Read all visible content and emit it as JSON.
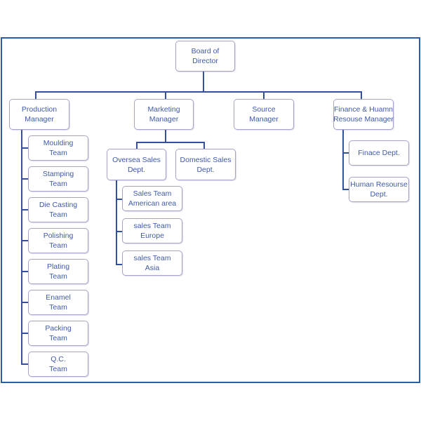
{
  "chart_data": {
    "type": "org-chart",
    "title": "",
    "root": {
      "id": "board",
      "label": [
        "Board of",
        "Director"
      ],
      "children": [
        {
          "id": "production",
          "label": [
            "Production",
            "Manager"
          ],
          "children": [
            {
              "id": "moulding",
              "label": [
                "Moulding",
                "Team"
              ]
            },
            {
              "id": "stamping",
              "label": [
                "Stamping",
                "Team"
              ]
            },
            {
              "id": "die-casting",
              "label": [
                "Die Casting",
                "Team"
              ]
            },
            {
              "id": "polishing",
              "label": [
                "Polishing",
                "Team"
              ]
            },
            {
              "id": "plating",
              "label": [
                "Plating",
                "Team"
              ]
            },
            {
              "id": "enamel",
              "label": [
                "Enamel",
                "Team"
              ]
            },
            {
              "id": "packing",
              "label": [
                "Packing",
                "Team"
              ]
            },
            {
              "id": "qc",
              "label": [
                "Q.C.",
                "Team"
              ]
            }
          ]
        },
        {
          "id": "marketing",
          "label": [
            "Marketing",
            "Manager"
          ],
          "children": [
            {
              "id": "oversea",
              "label": [
                "Oversea Sales",
                "Dept."
              ],
              "children": [
                {
                  "id": "sales-american",
                  "label": [
                    "Sales Team",
                    "American area"
                  ]
                },
                {
                  "id": "sales-europe",
                  "label": [
                    "sales Team",
                    "Europe"
                  ]
                },
                {
                  "id": "sales-asia",
                  "label": [
                    "sales Team",
                    "Asia"
                  ]
                }
              ]
            },
            {
              "id": "domestic",
              "label": [
                "Domestic Sales",
                "Dept."
              ]
            }
          ]
        },
        {
          "id": "source",
          "label": [
            "Source",
            "Manager"
          ]
        },
        {
          "id": "finance-hr",
          "label": [
            "Finance & Huamn",
            "Resouse Manager"
          ],
          "children": [
            {
              "id": "finance-dept",
              "label": [
                "Finace Dept."
              ]
            },
            {
              "id": "hr-dept",
              "label": [
                "Human Resourse",
                "Dept."
              ]
            }
          ]
        }
      ]
    }
  },
  "colors": {
    "frame": "#2f5aa8",
    "connector": "#34509c",
    "node_border": "#a7a3c9",
    "node_text": "#3f5aa6",
    "background": "#ffffff"
  }
}
